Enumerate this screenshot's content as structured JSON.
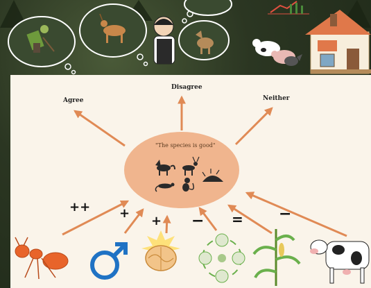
{
  "labels": {
    "agree": "Agree",
    "disagree": "Disagree",
    "neither": "Neither"
  },
  "statement": "\"The species is good\"",
  "influences": [
    {
      "symbol": "++",
      "icon": "ant-icon"
    },
    {
      "symbol": "+",
      "icon": "male-symbol-icon"
    },
    {
      "symbol": "+",
      "icon": "brain-idea-icon"
    },
    {
      "symbol": "−",
      "icon": "ecosystem-cycle-icon"
    },
    {
      "symbol": "=",
      "icon": "corn-plant-icon"
    },
    {
      "symbol": "−",
      "icon": "cow-icon"
    }
  ],
  "colors": {
    "arrow": "#e08a55",
    "ellipse": "#f0b58e",
    "panel": "#faf4ea",
    "ant": "#e8642a",
    "male_symbol": "#1f72c4"
  },
  "animal_icons": [
    "wolf-icon",
    "deer-icon",
    "porcupine-icon",
    "lizard-icon",
    "monkey-icon"
  ],
  "thought_bubbles": [
    "farmer-icon",
    "deer-bubble-icon",
    "person-thinking-icon",
    "jackal-bubble-icon",
    "livestock-icon",
    "house-icon"
  ]
}
